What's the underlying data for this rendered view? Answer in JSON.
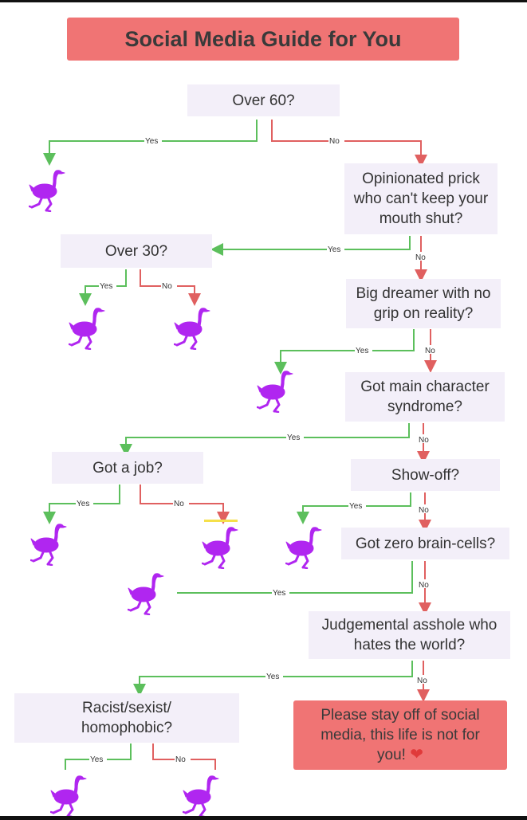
{
  "title": "Social Media Guide for You",
  "nodes": {
    "over60": "Over 60?",
    "opinionated": "Opinionated prick who can't keep your mouth shut?",
    "over30": "Over 30?",
    "dreamer": "Big dreamer with no grip on reality?",
    "main_character": "Got main character syndrome?",
    "job": "Got a job?",
    "showoff": "Show-off?",
    "brain": "Got zero brain-cells?",
    "judgemental": "Judgemental asshole who hates the world?",
    "racist": "Racist/sexist/ homophobic?",
    "final": "Please stay off of social media, this life is not for you!"
  },
  "branch_labels": {
    "yes": "Yes",
    "no": "No"
  },
  "colors": {
    "yes_line": "#5cbf5c",
    "no_line": "#e06060",
    "ostrich": "#b026f0",
    "title_bg": "#f07474",
    "node_bg": "#f3eff9"
  },
  "icons": [
    "ostrich-icon",
    "heart-icon"
  ]
}
